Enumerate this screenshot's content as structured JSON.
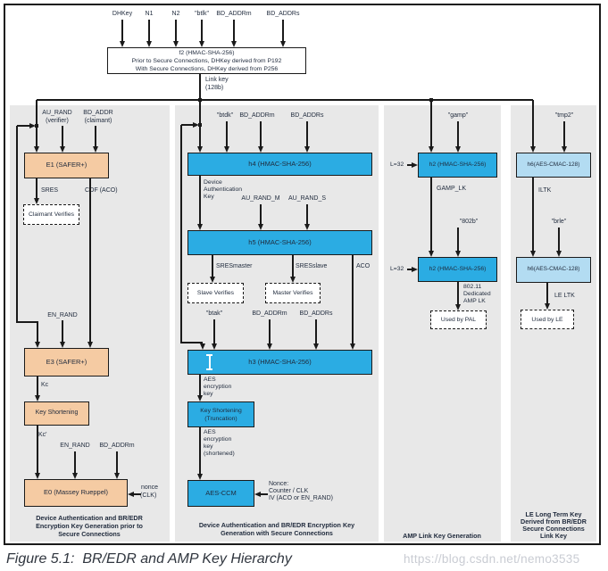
{
  "figure": {
    "caption": "Figure 5.1:  BR/EDR and AMP Key Hierarchy",
    "watermark": "https://blog.csdn.net/nemo3535"
  },
  "colors": {
    "process_orange": "#F5CBA3",
    "process_blue": "#2BACE3",
    "process_light_blue": "#B3DCF2",
    "panel_gray": "#E8E8E8",
    "line": "#1A1A1A"
  },
  "top": {
    "inputs": [
      "DHKey",
      "N1",
      "N2",
      "\"btlk\"",
      "BD_ADDRm",
      "BD_ADDRs"
    ],
    "f2": [
      "f2 (HMAC-SHA-256)",
      "Prior to Secure Connections, DHKey derived from P192",
      "With Secure Connections, DHKey derived from P256"
    ],
    "link_key": [
      "Link key",
      "(128b)"
    ]
  },
  "panel1": {
    "inputs_top": [
      "AU_RAND",
      "(verifier)",
      "BD_ADDR",
      "(claimant)"
    ],
    "e1": "E1 (SAFER+)",
    "sres": "SRES",
    "cof": "COF (ACO)",
    "claimant_verifies": "Claimant Verifies",
    "en_rand": "EN_RAND",
    "e3": "E3 (SAFER+)",
    "kc": "Kc",
    "key_shortening": "Key Shortening",
    "kc_prime": "Kc'",
    "en_rand2": "EN_RAND",
    "bd_addrm": "BD_ADDRm",
    "e0": "E0 (Massey Rueppel)",
    "nonce": [
      "nonce",
      "(CLK)"
    ],
    "caption": [
      "Device Authentication and BR/EDR",
      "Encryption Key Generation prior to",
      "Secure Connections"
    ]
  },
  "panel2": {
    "inputs_top": [
      "\"btdk\"",
      "BD_ADDRm",
      "BD_ADDRs"
    ],
    "h4": "h4 (HMAC-SHA-256)",
    "dak": [
      "Device",
      "Authentication",
      "Key"
    ],
    "au_rand_m": "AU_RAND_M",
    "au_rand_s": "AU_RAND_S",
    "h5": "h5 (HMAC-SHA-256)",
    "sres_master": "SRESmaster",
    "sres_slave": "SRESslave",
    "aco": "ACO",
    "slave_verifies": "Slave Verifies",
    "master_verifies": "Master Verifies",
    "inputs_mid": [
      "\"btak\"",
      "BD_ADDRm",
      "BD_ADDRs"
    ],
    "h3": "h3 (HMAC-SHA-256)",
    "aes_key": [
      "AES",
      "encryption",
      "key"
    ],
    "key_shortening": [
      "Key Shortening",
      "(Truncation)"
    ],
    "aes_key_short": [
      "AES",
      "encryption",
      "key",
      "(shortened)"
    ],
    "aes_ccm": "AES-CCM",
    "nonce": [
      "Nonce:",
      "Counter / CLK",
      "IV (ACO or EN_RAND)"
    ],
    "caption": [
      "Device Authentication and BR/EDR Encryption Key",
      "Generation with Secure Connections"
    ]
  },
  "panel3": {
    "gamp": "\"gamp\"",
    "l32_a": "L=32",
    "h2_a": "h2 (HMAC-SHA-256)",
    "gamp_lk": "GAMP_LK",
    "in_802b": "\"802b\"",
    "l32_b": "L=32",
    "h2_b": "h2 (HMAC-SHA-256)",
    "amp_lk": [
      "802.11",
      "Dedicated",
      "AMP LK"
    ],
    "used_by_pal": "Used by PAL",
    "caption": [
      "AMP Link Key Generation"
    ]
  },
  "panel4": {
    "tmp2": "\"tmp2\"",
    "h6_a": "h6(AES-CMAC-128)",
    "iltk": "ILTK",
    "brle": "\"brle\"",
    "h6_b": "h6(AES-CMAC-128)",
    "le_ltk": "LE LTK",
    "used_by_le": "Used by LE",
    "caption": [
      "LE Long Term Key",
      "Derived from BR/EDR",
      "Secure Connections",
      "Link Key"
    ]
  }
}
